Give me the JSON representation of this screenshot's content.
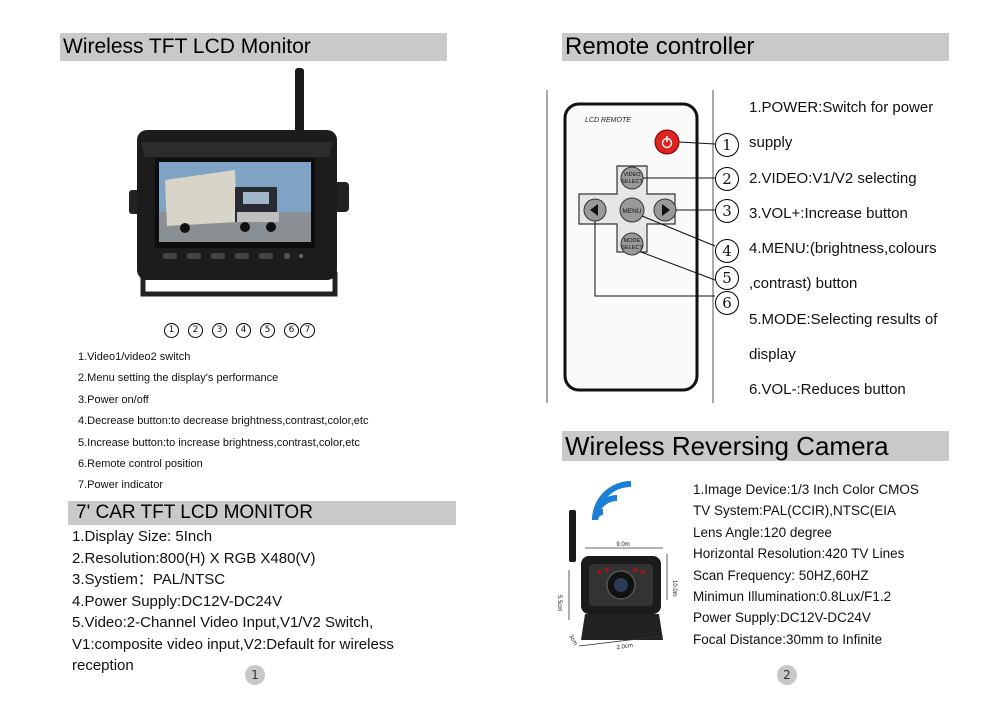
{
  "left": {
    "title": "Wireless TFT LCD Monitor",
    "callouts": [
      "1",
      "2",
      "3",
      "4",
      "5",
      "6",
      "7"
    ],
    "buttons": [
      "1",
      "2",
      "3",
      "4",
      "5",
      "6",
      "7"
    ],
    "features": [
      "1.Video1/video2 switch",
      "2.Menu setting the display's performance",
      "3.Power on/off",
      "4.Decrease button:to decrease brightness,contrast,color,etc",
      "5.Increase button:to increase brightness,contrast,color,etc",
      "6.Remote control position",
      "7.Power indicator"
    ],
    "spec_title": "7' CAR TFT LCD MONITOR",
    "specs": [
      "1.Display Size: 5Inch",
      "2.Resolution:800(H) X RGB X480(V)",
      "3.Systiem：PAL/NTSC",
      "4.Power Supply:DC12V-DC24V",
      "5.Video:2-Channel Video Input,V1/V2 Switch,",
      "V1:composite video input,V2:Default for wireless",
      "reception"
    ],
    "page_number": "1"
  },
  "right": {
    "remote_title": "Remote controller",
    "remote": {
      "brand": "LCD REMOTE",
      "video_btn": [
        "VIDEO",
        "SELECT"
      ],
      "menu_btn": "MENU",
      "mode_btn": [
        "MODE",
        "SELECT"
      ],
      "callouts": [
        "1",
        "2",
        "3",
        "4",
        "5",
        "6"
      ]
    },
    "remote_desc": [
      "1.POWER:Switch for power",
      "supply",
      "2.VIDEO:V1/V2 selecting",
      "3.VOL+:Increase button",
      "4.MENU:(brightness,colours",
      ",contrast) button",
      "5.MODE:Selecting results of",
      "display",
      "6.VOL-:Reduces button"
    ],
    "camera_title": "Wireless Reversing Camera",
    "camera": {
      "dim_top": "9.0m",
      "dim_right": "10.0m",
      "dim_left": "5.5cm",
      "dim_bottom_left": "3cm",
      "dim_bottom": "2.0cm"
    },
    "camera_specs": [
      "1.Image Device:1/3 Inch Color CMOS",
      "TV System:PAL(CCIR),NTSC(EIA",
      "Lens Angle:120 degree",
      "Horizontal Resolution:420 TV Lines",
      "Scan Frequency: 50HZ,60HZ",
      "Minimun Illumination:0.8Lux/F1.2",
      "Power Supply:DC12V-DC24V",
      "Focal Distance:30mm to Infinite"
    ],
    "page_number": "2"
  }
}
